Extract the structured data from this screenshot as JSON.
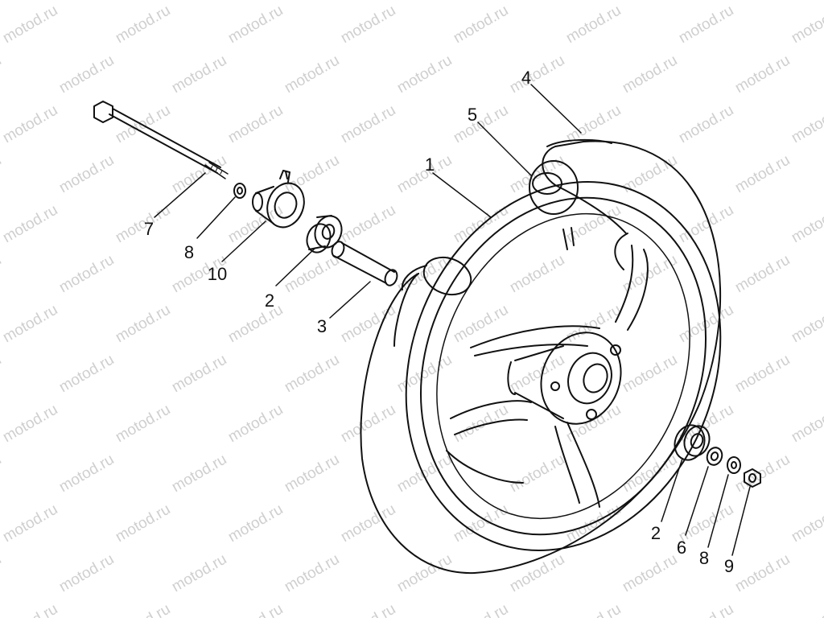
{
  "watermark_text": "motod.ru",
  "parts": {
    "wheel": "1",
    "bearing_left": "2",
    "spacer": "3",
    "tire": "4",
    "tube": "5",
    "bearing_right": "2",
    "collar": "6",
    "axle_bolt": "7",
    "washer_left": "8",
    "washer_right": "8",
    "nut": "9",
    "speedometer_gearbox": "10"
  }
}
